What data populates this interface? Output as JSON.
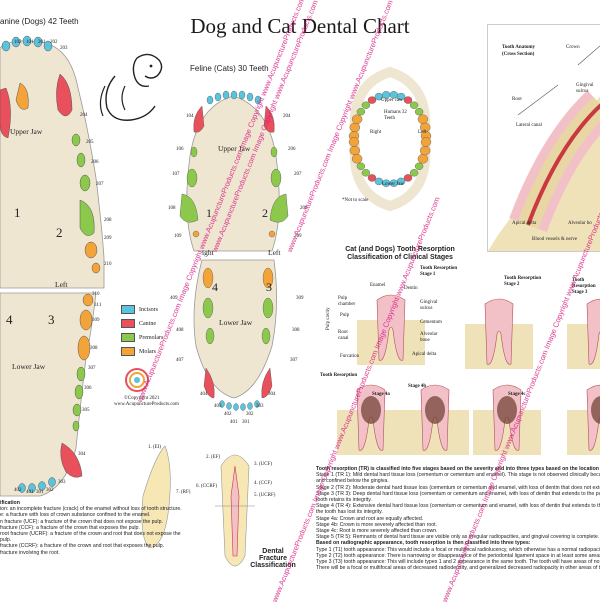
{
  "title": "Dog and Cat Dental Chart",
  "colors": {
    "incisor": "#5bc3dc",
    "canine": "#e8505b",
    "premolar": "#8cc84b",
    "molar": "#f2a33a",
    "jaw": "#efe6d2",
    "watermark": "#d7197e"
  },
  "canine": {
    "title": "anine (Dogs) 42 Teeth",
    "upper_jaw": "Upper Jaw",
    "lower_jaw": "Lower Jaw",
    "left": "Left",
    "quad": [
      "1",
      "2",
      "4",
      "3"
    ],
    "tooth_nums": [
      "102",
      "101",
      "201",
      "202",
      "203",
      "204",
      "205",
      "206",
      "207",
      "208",
      "209",
      "210",
      "310",
      "311",
      "309",
      "308",
      "307",
      "306",
      "305",
      "304",
      "303",
      "302",
      "301",
      "401",
      "402"
    ]
  },
  "feline": {
    "title": "Feline (Cats) 30 Teeth",
    "upper_jaw": "Upper Jaw",
    "lower_jaw": "Lower Jaw",
    "right": "ight",
    "left": "Left",
    "quad": [
      "1",
      "2",
      "4",
      "3"
    ],
    "tooth_nums": [
      "104",
      "204",
      "106",
      "206",
      "107",
      "207",
      "108",
      "208",
      "109",
      "209",
      "409",
      "309",
      "408",
      "308",
      "407",
      "307",
      "404",
      "304",
      "403",
      "303",
      "402",
      "302",
      "401",
      "301"
    ]
  },
  "humans": {
    "title": "Humans 32 Teeth",
    "upper_jaw": "Upper Jaw",
    "lower_jaw": "Lower Jaw",
    "right": "Right",
    "left": "Left",
    "note": "*Not to scale"
  },
  "legend": [
    {
      "label": "Incisors",
      "color": "#5bc3dc"
    },
    {
      "label": "Canine",
      "color": "#e8505b"
    },
    {
      "label": "Premolars",
      "color": "#8cc84b"
    },
    {
      "label": "Molars",
      "color": "#f2a33a"
    }
  ],
  "copyright": {
    "line1": "©Copyright 2021",
    "line2": "www.AcupunctureProducts.com"
  },
  "anatomy": {
    "title": "Tooth Anatomy",
    "subtitle": "(Cross Section)",
    "labels": [
      "Crown",
      "Root",
      "Lateral canal",
      "Gingival sulcus",
      "Apical delta",
      "Alveolar bo",
      "Blood vessels & nerve"
    ]
  },
  "resorption": {
    "title": "Cat (and Dogs) Tooth Resorption",
    "subtitle": "Classification of Clinical Stages",
    "stages": [
      "Tooth Resorption Stage 1",
      "Tooth Resorption Stage 2",
      "Tooth Resorption Stage 3"
    ],
    "stages4": [
      "Stage 4a",
      "Stage 4b",
      "Stage 4c"
    ],
    "tr_label": "Tooth Resorption",
    "parts": [
      "Enamel",
      "Dentin",
      "Pulp chamber",
      "Pulp",
      "Gingival sulcus",
      "Cementum",
      "Root canal",
      "Alveolar bone",
      "Furcation",
      "Apical delta",
      "Pulp cavity"
    ]
  },
  "fracture": {
    "title": "Dental Fracture Classification",
    "labels": [
      "1. (EI)",
      "2. (EF)",
      "3. (UCF)",
      "4. (CCF)",
      "5. (UCRF)",
      "6. (CCRF)",
      "7. (RF)"
    ]
  },
  "left_notes": [
    "ification",
    "ion: an incomplete fracture (crack) of the enamel without loss of tooth structure.",
    "e: a fracture with loss of crown substance confined to the enamel.",
    "n fracture (UCF): a fracture of the crown that does not expose the pulp.",
    "fracture (CCF): a fracture of the crown that exposes the pulp.",
    "root fracture (UCRF): a fracture of the crown and root that does not expose the pulp.",
    "fracture (CCRF): a fracture of the crown and root that exposes the pulp.",
    "fracture involving the root."
  ],
  "right_notes": [
    "Tooth resorption (TR) is classified into five stages based on the severity and into three types based on the location of the r",
    "Stage 1 (TR 1): Mild dental hard tissue loss (cementum or cementum and enamel). This stage is not observed clinically becaus",
    "          and confined below the gingiva.",
    "Stage 2 (TR 2): Moderate dental hard tissue loss (cementum or cementum and enamel, with loss of dentin that does not exte",
    "Stage 3 (TR 3): Deep dental hard tissue loss (cementum or cementum and enamel, with loss of dentin that extends to the pul",
    "          tooth retains its integrity.",
    "Stage 4 (TR 4): Extensive dental hard tissue loss (cementum or cementum and enamel, with loss of dentin that extends to the pu",
    "          the tooth has lost its integrity.",
    "Stage 4a: Crown and root are equally affected.",
    "Stage 4b: Crown is more severely affected than root.",
    "Stage 4c: Root is more severely affected than crown.",
    "Stage 5 (TR 5): Remnants of dental hard tissue are visible only as irregular radiopacities, and gingival covering is complete.",
    "Based on radiographic appearance, tooth resorption is then classified into three types:",
    "Type 1 (T1) tooth appearance: This would include a focal or multifocal radiolucency, which otherwise has a normal radiopacity and",
    "Type 2 (T2) tooth appearance: There is narrowing or disappearance of the periodontal ligament space in at least some areas a",
    "Type 3 (T3) tooth appearance: This will include types 1 and 2 appearance in the same tooth. The tooth will have areas of nor",
    "There will be a focal or multifocal areas of decreased radiodensity, and generalized decreased radiopacity in other areas of the"
  ],
  "watermark": "www.AcupunctureProducts.com Image Copyright www.AcupunctureProducts.com Image Copyright www.AcupunctureProducts.com"
}
